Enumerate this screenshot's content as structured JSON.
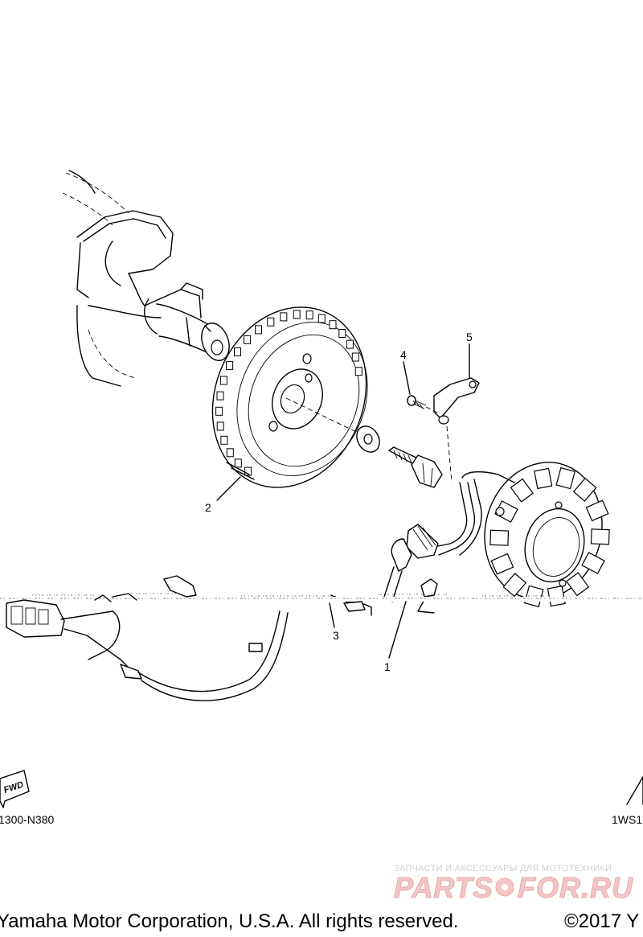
{
  "parts": {
    "callouts": [
      {
        "id": "stator",
        "label": "1"
      },
      {
        "id": "rotor",
        "label": "2"
      },
      {
        "id": "bolt",
        "label": "3"
      },
      {
        "id": "screw",
        "label": "4"
      },
      {
        "id": "clamp",
        "label": "5"
      }
    ]
  },
  "direction_badge": "FWD",
  "diagram_code_left": "1300-N380",
  "diagram_code_right": "1WS1",
  "watermark": {
    "tagline": "ЗАПЧАСТИ И АКСЕССУАРЫ ДЛЯ МОТОТЕХНИКИ",
    "brand_left": "PARTS",
    "brand_right": "FOR.RU"
  },
  "footer": {
    "rights": "Yamaha Motor Corporation, U.S.A. All rights reserved.",
    "year": "©2017 Y"
  },
  "colors": {
    "line": "#000000",
    "watermark_red": "#f2c6c6"
  }
}
